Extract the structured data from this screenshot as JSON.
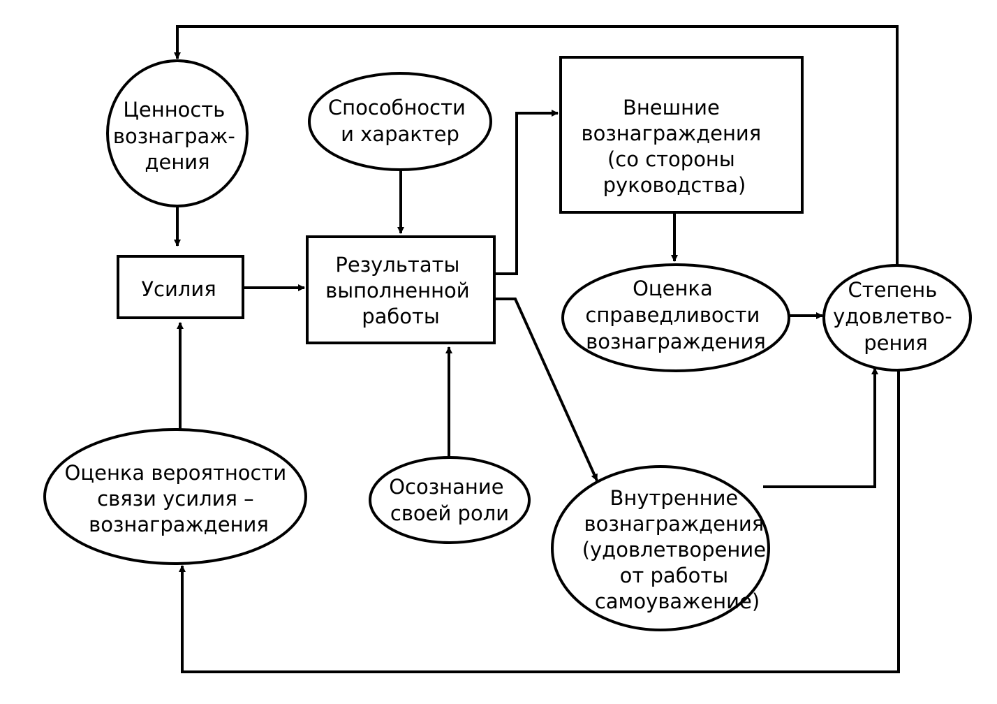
{
  "nodes": {
    "reward_value": {
      "shape": "ellipse",
      "lines": [
        "Ценность",
        "вознаграж-",
        "дения"
      ]
    },
    "effort": {
      "shape": "rectangle",
      "lines": [
        "Усилия"
      ]
    },
    "abilities": {
      "shape": "ellipse",
      "lines": [
        "Способности",
        "и характер"
      ]
    },
    "results": {
      "shape": "rectangle",
      "lines": [
        "Результаты",
        "выполненной",
        "работы"
      ]
    },
    "role": {
      "shape": "ellipse",
      "lines": [
        "Осознание",
        "своей роли"
      ]
    },
    "probability": {
      "shape": "ellipse",
      "lines": [
        "Оценка вероятности",
        "связи усилия –",
        "вознаграждения"
      ]
    },
    "external": {
      "shape": "rectangle",
      "lines": [
        "Внешние",
        "вознаграждения",
        "(со стороны",
        "руководства)"
      ]
    },
    "fairness": {
      "shape": "ellipse",
      "lines": [
        "Оценка",
        "справедливости",
        "вознаграждения"
      ]
    },
    "internal": {
      "shape": "ellipse",
      "lines": [
        "Внутренние",
        "вознаграждения",
        "(удовлетворение",
        "от работы",
        "самоуважение)"
      ]
    },
    "satisfaction": {
      "shape": "ellipse",
      "lines": [
        "Степень",
        "удовлетво-",
        "рения"
      ]
    }
  },
  "edges": [
    {
      "from": "reward_value",
      "to": "effort"
    },
    {
      "from": "probability",
      "to": "effort"
    },
    {
      "from": "effort",
      "to": "results"
    },
    {
      "from": "abilities",
      "to": "results"
    },
    {
      "from": "role",
      "to": "results"
    },
    {
      "from": "results",
      "to": "external"
    },
    {
      "from": "results",
      "to": "internal"
    },
    {
      "from": "external",
      "to": "fairness"
    },
    {
      "from": "fairness",
      "to": "satisfaction"
    },
    {
      "from": "internal",
      "to": "satisfaction"
    },
    {
      "from": "satisfaction",
      "to": "reward_value"
    },
    {
      "from": "satisfaction",
      "to": "probability"
    }
  ]
}
